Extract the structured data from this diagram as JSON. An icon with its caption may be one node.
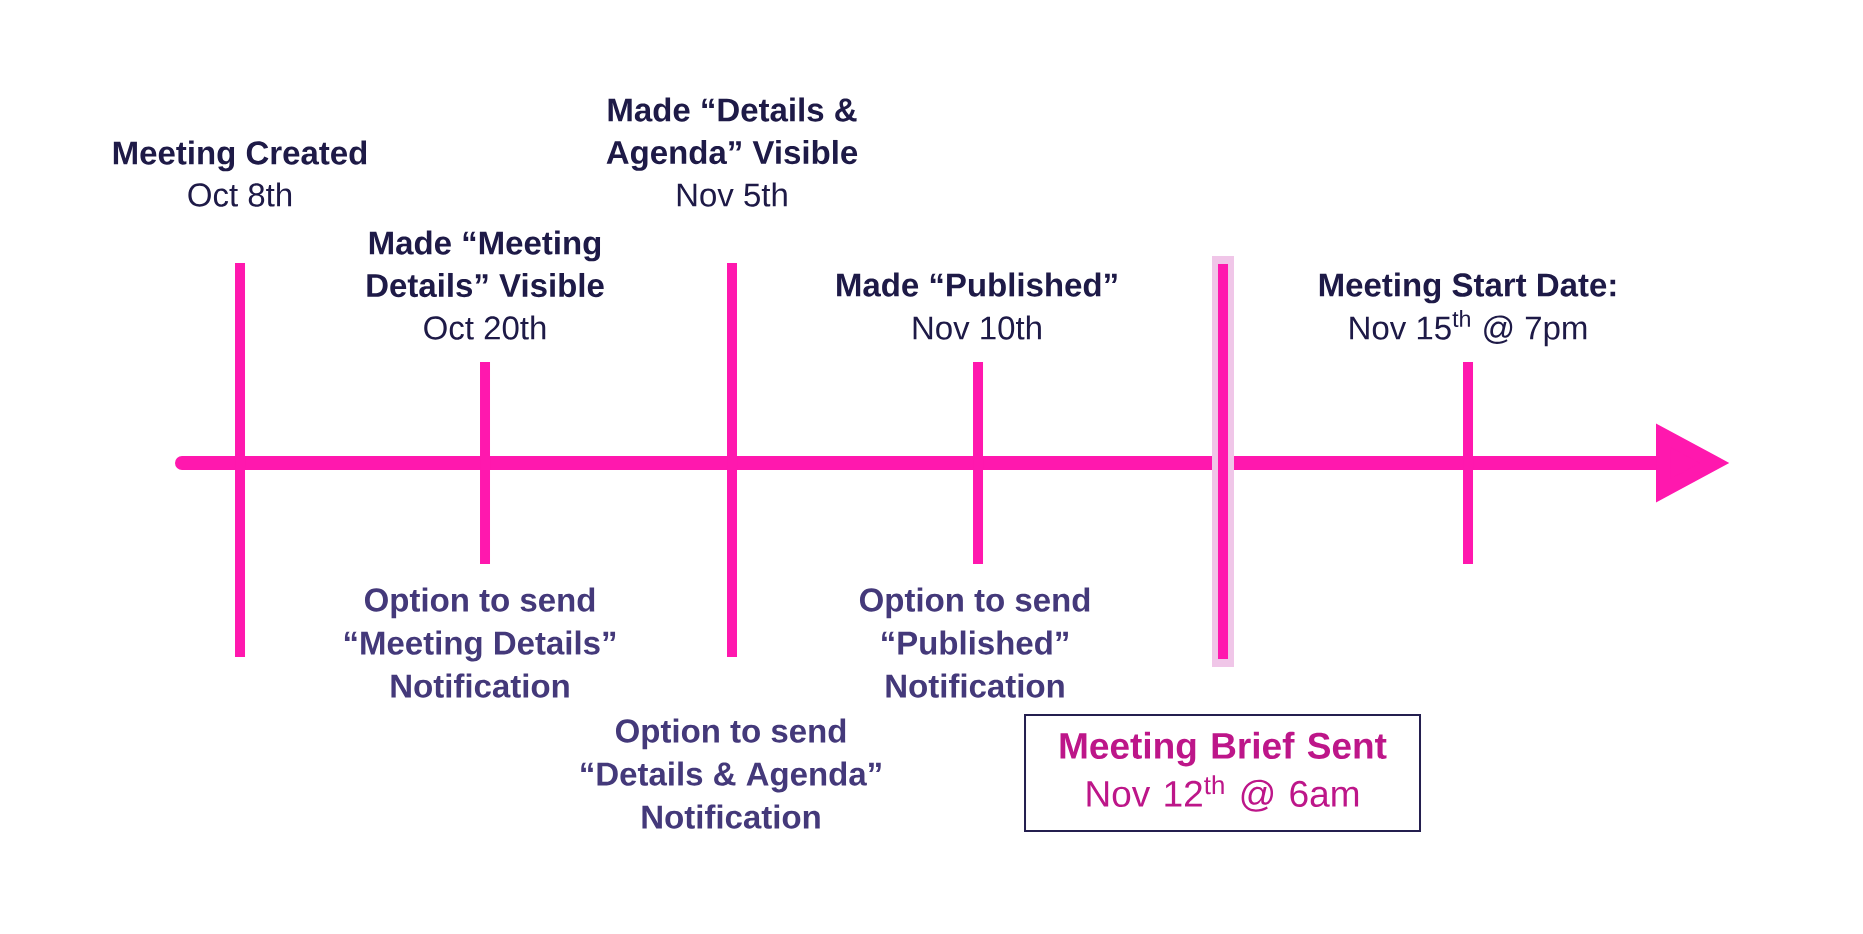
{
  "diagram": {
    "nodes": [
      {
        "text": [
          "Meeting Brief Sent",
          "Nov 12$^{th}$ @ 6am"
        ]
      }
    ],
    "labels": [
      "Meeting Created",
      "Oct 8th",
      "Made “Meeting Details” Visible",
      "Oct 20th",
      "Option to send “Meeting Details” Notification",
      "Made “Details & Agenda” Visible",
      "Nov 5th",
      "Option to send “Details & Agenda” Notification",
      "Made “Published”",
      "Nov 10th",
      "Option to send “Published” Notification",
      "Meeting Start Date:",
      "Nov 15$^{th}$ @ 7pm"
    ]
  }
}
